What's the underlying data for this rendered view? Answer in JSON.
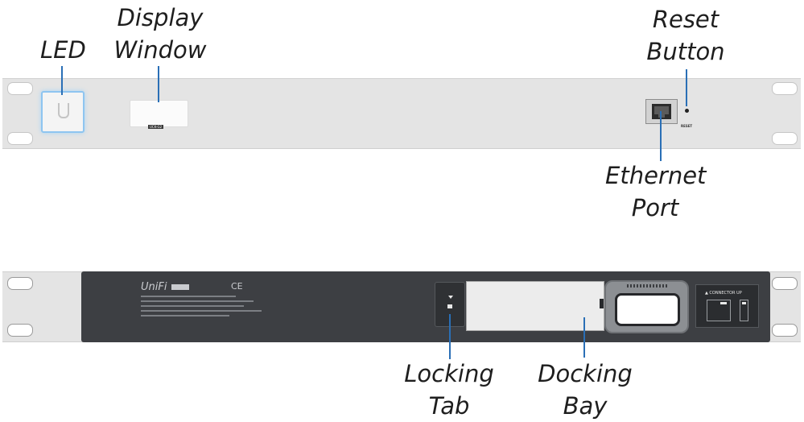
{
  "front_panel": {
    "callouts": {
      "led": "LED",
      "display_window": [
        "Display",
        "Window"
      ],
      "reset_button": [
        "Reset",
        "Button"
      ],
      "ethernet_port": [
        "Ethernet",
        "Port"
      ]
    },
    "model_label": "UCK-G2",
    "port_label": "",
    "reset_label": "RESET"
  },
  "rear_panel": {
    "callouts": {
      "locking_tab": [
        "Locking",
        "Tab"
      ],
      "docking_bay": [
        "Docking",
        "Bay"
      ]
    },
    "brand_logo": "UniFi",
    "regulatory_marks": [
      "CE"
    ],
    "connector_label": "▲ CONNECTOR UP"
  },
  "colors": {
    "front_panel": "#e4e4e4",
    "rear_panel": "#3d3f43",
    "leader_line": "#2a6fb6",
    "led_glow": "#8ec5f0"
  }
}
